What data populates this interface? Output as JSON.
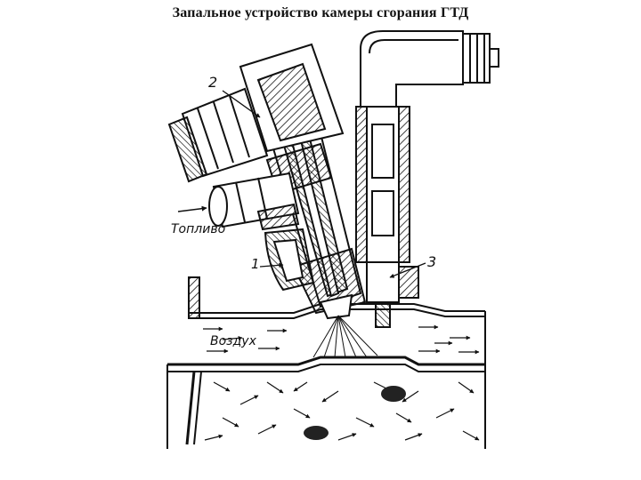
{
  "title": "Запальное устройство камеры сгорания ГТД",
  "labels": {
    "fuel": "Топливо",
    "air": "Воздух",
    "callout_1": "1",
    "callout_2": "2",
    "callout_3": "3"
  },
  "colors": {
    "ink": "#111111",
    "paper": "#ffffff"
  }
}
